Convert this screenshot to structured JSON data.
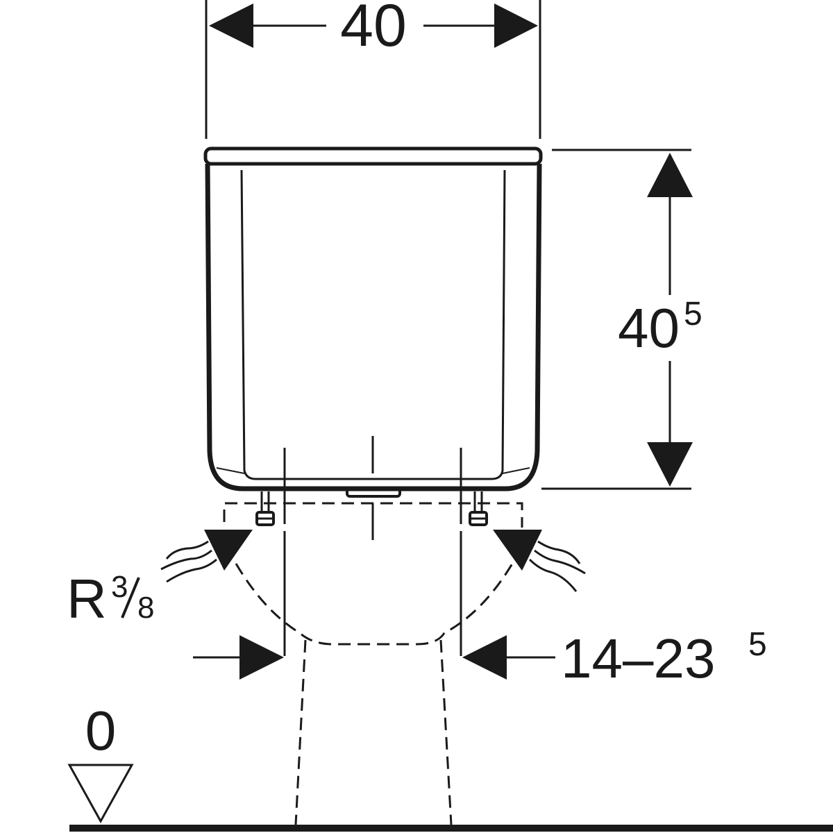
{
  "title": "Cistern dimension drawing",
  "dimensions": {
    "width": {
      "value": "40"
    },
    "height": {
      "value": "40",
      "superscript": "5"
    },
    "connection": {
      "prefix": "R",
      "numerator": "3",
      "denominator": "8"
    },
    "offset_range": {
      "value": "14–23",
      "superscript": "5"
    },
    "floor_level": {
      "value": "0"
    }
  },
  "colors": {
    "ink": "#1a1a1a",
    "background": "#ffffff"
  }
}
